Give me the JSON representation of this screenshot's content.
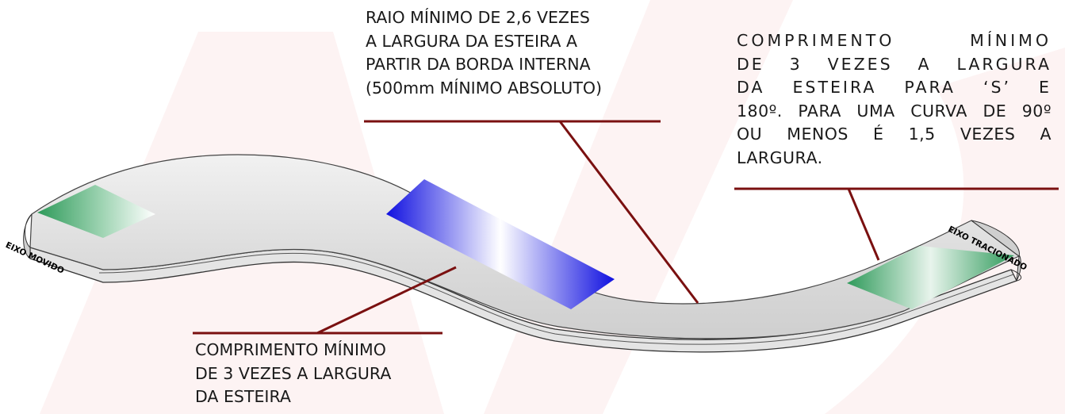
{
  "annotations": {
    "radius_note": [
      "RAIO MÍNIMO DE 2,6 VEZES",
      "A LARGURA DA ESTEIRA A",
      "PARTIR DA BORDA INTERNA",
      "(500mm MÍNIMO ABSOLUTO)"
    ],
    "s_curve_note": [
      "COMPRIMENTO MÍNIMO",
      "DE 3 VEZES A LARGURA",
      "DA ESTEIRA PARA ‘S’ E",
      "180º. PARA UMA CURVA DE 90º",
      "OU MENOS É 1,5 VEZES A",
      "LARGURA."
    ],
    "straight_note": [
      "COMPRIMENTO MÍNIMO",
      "DE 3 VEZES A LARGURA",
      "DA ESTEIRA"
    ]
  },
  "axes": {
    "driven_label": "EIXO MOVIDO",
    "drive_label": "EIXO TRACIONADO"
  },
  "colors": {
    "leader_line": "#7a1010",
    "belt_top": "#d9d9d9",
    "end_shaft_green": "#2e9a5a",
    "straight_section_blue": "#1a1ae0",
    "background_watermark": "#fbeaea"
  }
}
